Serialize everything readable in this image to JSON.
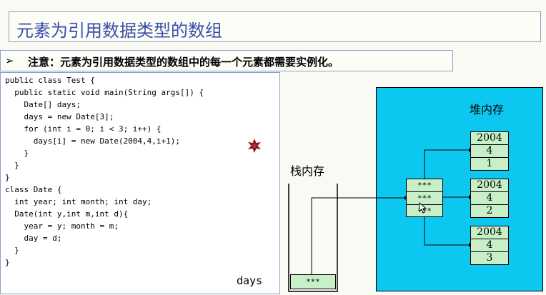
{
  "title": "元素为引用数据类型的数组",
  "note": {
    "bullet": "➢",
    "text": "注意：元素为引用数据类型的数组中的每一个元素都需要实例化。"
  },
  "code": [
    "public class Test {",
    "  public static void main(String args[]) {",
    "    Date[] days;",
    "    days = new Date[3];",
    "    for (int i = 0; i < 3; i++) {",
    "      days[i] = new Date(2004,4,i+1);",
    "    }",
    "  }",
    "}",
    "class Date {",
    "  int year; int month; int day;",
    "  Date(int y,int m,int d){",
    "    year = y; month = m;",
    "    day = d;",
    "  }",
    "}"
  ],
  "diagram": {
    "heap_label": "堆内存",
    "stack_label": "栈内存",
    "days_label": "days",
    "stack_cell": "***",
    "array_cells": [
      "***",
      "***",
      "***"
    ],
    "objects": [
      [
        "2004",
        "4",
        "1"
      ],
      [
        "2004",
        "4",
        "2"
      ],
      [
        "2004",
        "4",
        "3"
      ]
    ]
  },
  "colors": {
    "heap": "#0cc8f0",
    "cell_fill": "#c8f0c8",
    "title_text": "#3a4fa8",
    "marker": "#8b1a1a"
  }
}
